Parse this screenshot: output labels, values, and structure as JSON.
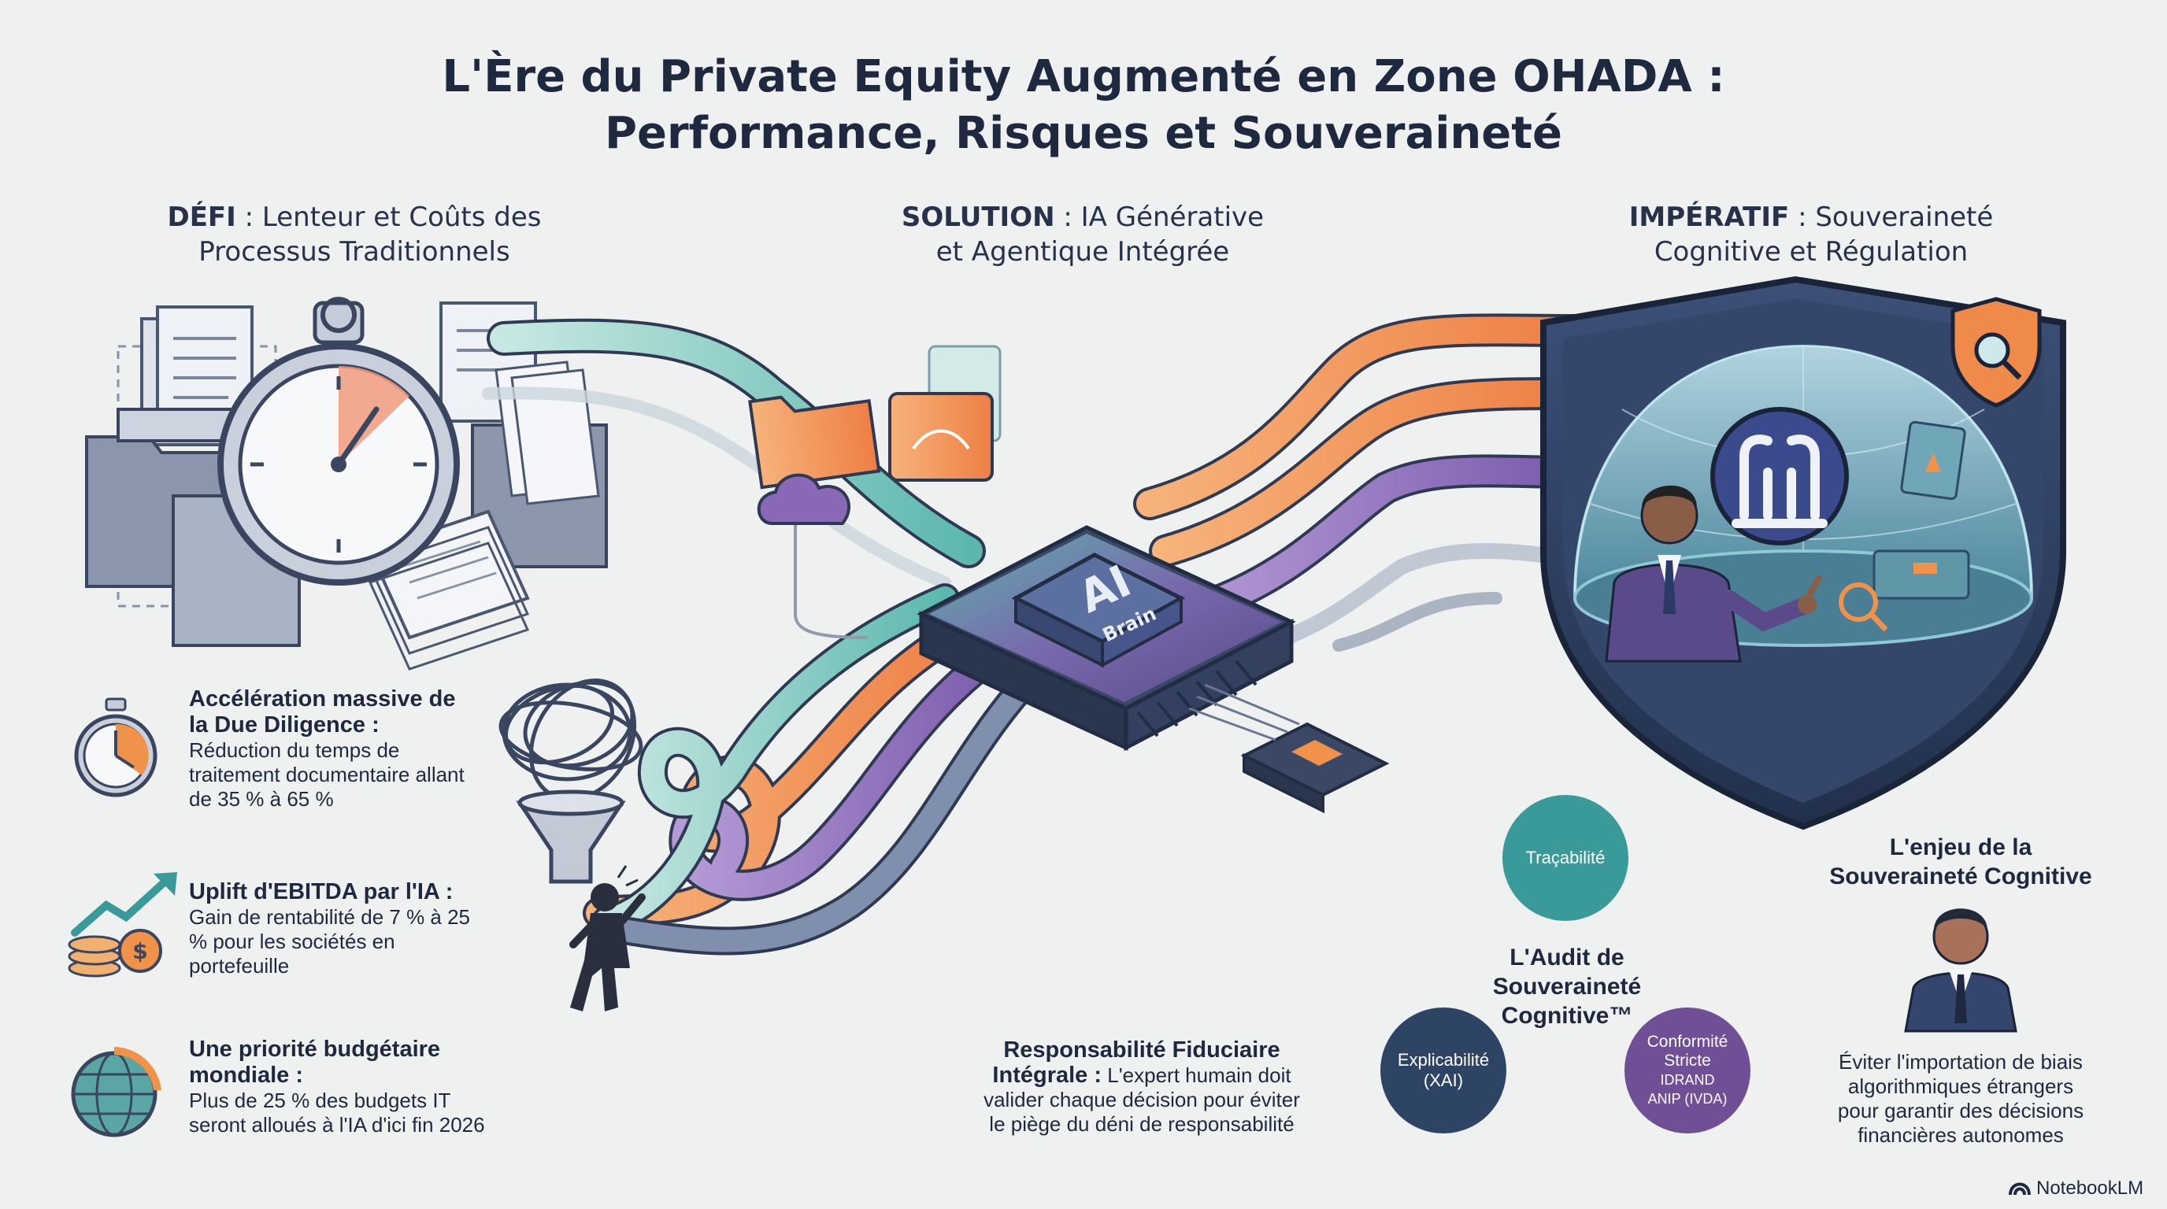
{
  "title": {
    "line1": "L'Ère du Private Equity Augmenté en Zone OHADA :",
    "line2": "Performance, Risques et Souveraineté"
  },
  "columns": {
    "defi": {
      "label": "DÉFI",
      "line1": " : Lenteur et Coûts des",
      "line2": "Processus Traditionnels"
    },
    "solution": {
      "label": "SOLUTION",
      "line1": " : IA Générative",
      "line2": "et Agentique Intégrée"
    },
    "imperatif": {
      "label": "IMPÉRATIF",
      "line1": " : Souveraineté",
      "line2": "Cognitive et Régulation"
    }
  },
  "chip": {
    "line1": "AI",
    "line2": "Brain"
  },
  "stats": [
    {
      "title": "Accélération massive de la Due Diligence :",
      "text": "Réduction du temps de traitement documentaire allant de 35 % à 65 %",
      "icon": "stopwatch-icon"
    },
    {
      "title": "Uplift d'EBITDA par l'IA :",
      "text": "Gain de rentabilité de 7 % à 25 % pour les sociétés en portefeuille",
      "icon": "growth-coins-icon"
    },
    {
      "title": "Une priorité budgétaire mondiale :",
      "text": "Plus de 25 % des budgets IT seront alloués à l'IA d'ici fin 2026",
      "icon": "globe-icon"
    }
  ],
  "fiduciary": {
    "title": "Responsabilité Fiduciaire",
    "lead": "Intégrale :",
    "text1": " L'expert humain doit",
    "text2": "valider chaque décision pour éviter",
    "text3": "le piège du déni de responsabilité"
  },
  "audit": {
    "title1": "L'Audit de",
    "title2": "Souveraineté",
    "title3": "Cognitive™",
    "tracabilite": "Traçabilité",
    "explicabilite1": "Explicabilité",
    "explicabilite2": "(XAI)",
    "conformite1": "Conformité",
    "conformite2": "Stricte",
    "conformite3": "IDRAND",
    "conformite4": "ANIP (IVDA)",
    "colors": {
      "tracabilite": "#3a9a9a",
      "explicabilite": "#2d4464",
      "conformite": "#6f4f96"
    }
  },
  "enjeu": {
    "title1": "L'enjeu de la",
    "title2": "Souveraineté Cognitive",
    "text1": "Éviter l'importation de biais",
    "text2": "algorithmiques étrangers",
    "text3": "pour garantir des décisions",
    "text4": "financières autonomes"
  },
  "brand": "NotebookLM",
  "palette": {
    "teal": "#58b8b0",
    "orange": "#f0924a",
    "purple": "#8a68b8",
    "navy": "#2c3a58",
    "gray": "#6c7688"
  }
}
